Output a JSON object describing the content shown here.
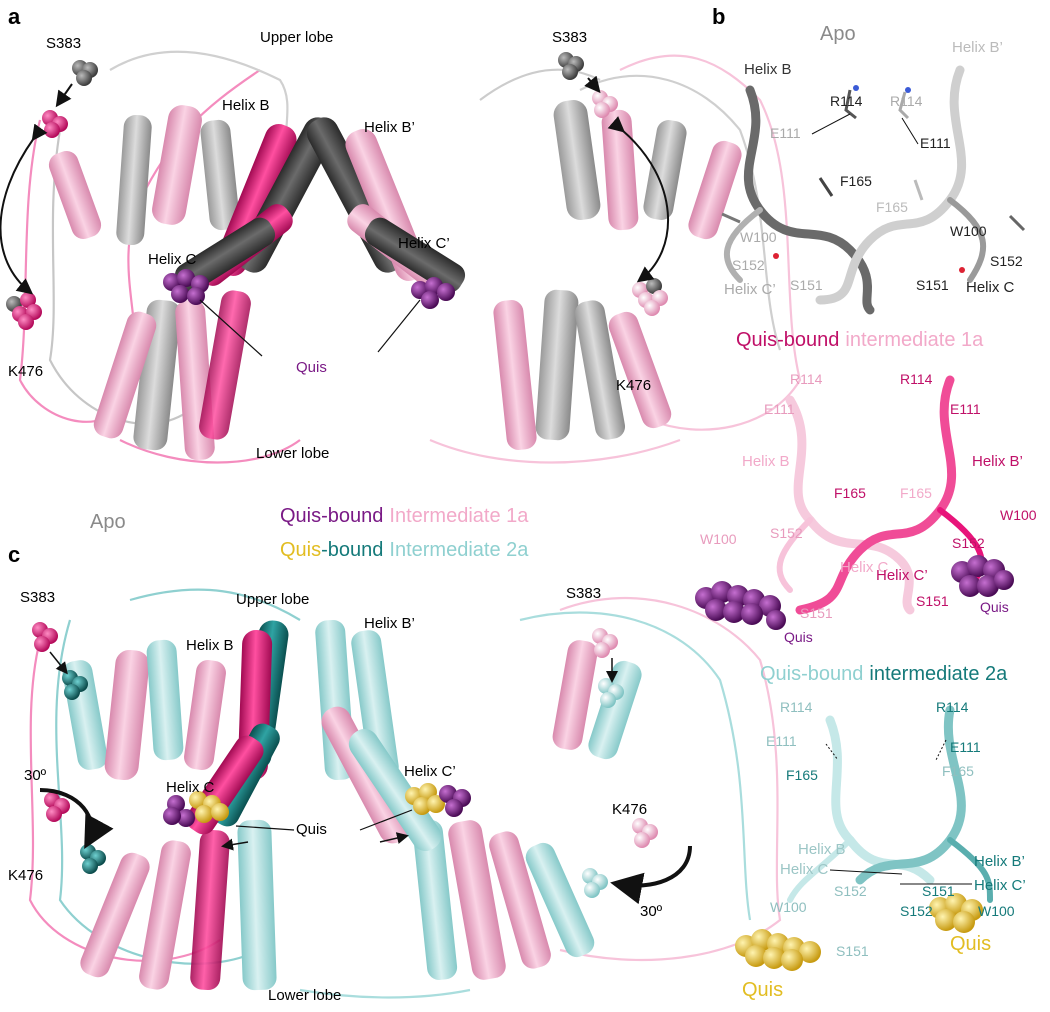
{
  "colors": {
    "apo_dark": "#555555",
    "apo_light": "#c4c4c4",
    "magenta": "#e8147a",
    "pink": "#f2a9c9",
    "light_pink": "#f6cadd",
    "purple": "#7a1a86",
    "teal": "#157a7a",
    "light_teal": "#a9dddd",
    "yellow": "#f0cc3c"
  },
  "panel_a": {
    "tag": "a",
    "upper_lobe": "Upper lobe",
    "lower_lobe": "Lower lobe",
    "helix_b": "Helix B",
    "helix_b_prime": "Helix B’",
    "helix_c": "Helix C",
    "helix_c_prime": "Helix C’",
    "s383_left": "S383",
    "s383_right": "S383",
    "k476_left": "K476",
    "k476_right": "K476",
    "quis": "Quis"
  },
  "legend": {
    "apo": "Apo",
    "row1_part1": "Quis-bound",
    "row1_part2": "Intermediate 1a",
    "row2_part1": "Quis",
    "row2_part2": "-bound",
    "row2_part3": "Intermediate 2a"
  },
  "panel_b": {
    "tag": "b",
    "apo_title": "Apo",
    "apo_labels": {
      "helix_b": "Helix B",
      "helix_b_prime": "Helix B’",
      "r114_left": "R114",
      "r114_right": "R114",
      "e111_left": "E111",
      "e111_right": "E111",
      "f165_dark": "F165",
      "f165_light": "F165",
      "w100_left": "W100",
      "w100_right": "W100",
      "s152_left": "S152",
      "s152_right": "S152",
      "s151_left": "S151",
      "s151_right": "S151",
      "helix_c_prime": "Helix C’",
      "helix_c": "Helix C"
    },
    "int1_title_part1": "Quis-bound",
    "int1_title_part2": "intermediate 1a",
    "int1_labels": {
      "r114_left": "R114",
      "r114_right": "R114",
      "e111_left": "E111",
      "e111_right": "E111",
      "helix_b": "Helix B",
      "helix_b_prime": "Helix B’",
      "f165_left": "F165",
      "f165_right": "F165",
      "w100_left": "W100",
      "w100_right": "W100",
      "s152_left": "S152",
      "s152_right": "S152",
      "helix_c": "Helix C",
      "helix_c_prime": "Helix C’",
      "s151_left": "S151",
      "s151_right": "S151",
      "quis_left": "Quis",
      "quis_right": "Quis"
    },
    "int2_title_part1": "Quis-bound",
    "int2_title_part2": "intermediate 2a",
    "int2_labels": {
      "r114_left": "R114",
      "r114_right": "R114",
      "e111_left": "E111",
      "e111_right": "E111",
      "f165_left": "F165",
      "f165_right": "F165",
      "helix_b": "Helix B",
      "helix_c": "Helix C",
      "helix_b_prime": "Helix B’",
      "helix_c_prime": "Helix C’",
      "s152_left": "S152",
      "s151_left": "S151",
      "s151_right": "S151",
      "s152_right": "S152",
      "w100_left": "W100",
      "w100_right": "W100",
      "quis_left": "Quis",
      "quis_right": "Quis"
    }
  },
  "panel_c": {
    "tag": "c",
    "upper_lobe": "Upper lobe",
    "lower_lobe": "Lower lobe",
    "helix_b": "Helix B",
    "helix_b_prime": "Helix B’",
    "helix_c": "Helix C",
    "helix_c_prime": "Helix C’",
    "s383_left": "S383",
    "s383_right": "S383",
    "k476_left": "K476",
    "k476_right": "K476",
    "quis": "Quis",
    "rot_left": "30º",
    "rot_right": "30º"
  }
}
